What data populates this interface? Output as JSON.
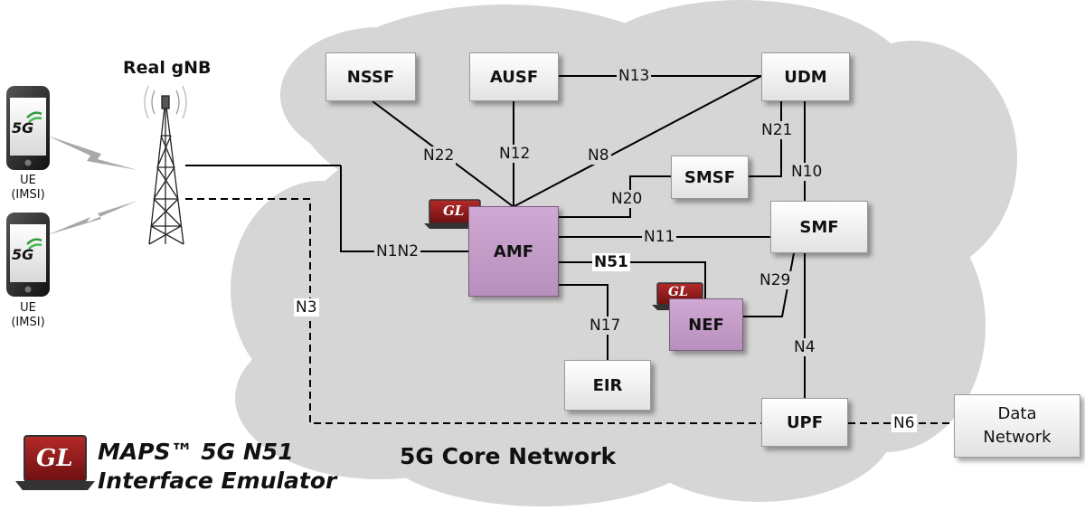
{
  "diagram": {
    "cloud_label": "5G Core Network",
    "gnb_label": "Real gNB",
    "ue_devices": [
      {
        "screen_text": "5G",
        "label_line1": "UE",
        "label_line2": "(IMSI)"
      },
      {
        "screen_text": "5G",
        "label_line1": "UE",
        "label_line2": "(IMSI)"
      }
    ],
    "nodes": {
      "nssf": "NSSF",
      "ausf": "AUSF",
      "udm": "UDM",
      "smsf": "SMSF",
      "smf": "SMF",
      "amf": "AMF",
      "nef": "NEF",
      "eir": "EIR",
      "upf": "UPF",
      "data_network_line1": "Data",
      "data_network_line2": "Network"
    },
    "interfaces": {
      "n13": "N13",
      "n22": "N22",
      "n12": "N12",
      "n8": "N8",
      "n21": "N21",
      "n10": "N10",
      "n20": "N20",
      "n11": "N11",
      "n1n2": "N1N2",
      "n51": "N51",
      "n29": "N29",
      "n17": "N17",
      "n4": "N4",
      "n3": "N3",
      "n6": "N6"
    },
    "gl_badge": "GL",
    "product_title_line1": "MAPS™ 5G N51",
    "product_title_line2": "Interface Emulator"
  },
  "colors": {
    "cloud": "#d6d6d6",
    "node_fill": "#efefef",
    "emulated_node_fill": "#c49fc8",
    "gl_badge": "#8b1a1a",
    "line": "#000000"
  }
}
